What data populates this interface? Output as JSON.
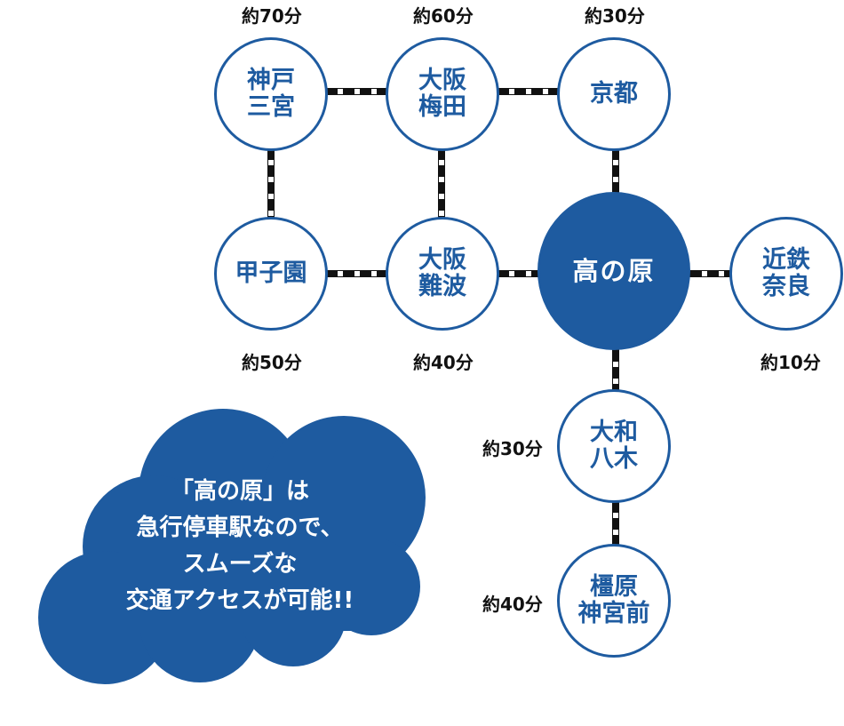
{
  "stations": {
    "kobe": {
      "label": "神戸\n三宮",
      "time": "約70分"
    },
    "umeda": {
      "label": "大阪\n梅田",
      "time": "約60分"
    },
    "kyoto": {
      "label": "京都",
      "time": "約30分"
    },
    "koshien": {
      "label": "甲子園",
      "time": "約50分"
    },
    "namba": {
      "label": "大阪\n難波",
      "time": "約40分"
    },
    "takanohara": {
      "label": "高の原"
    },
    "nara": {
      "label": "近鉄\n奈良",
      "time": "約10分"
    },
    "yagi": {
      "label": "大和\n八木",
      "time": "約30分"
    },
    "kashihara": {
      "label": "橿原\n神宮前",
      "time": "約40分"
    }
  },
  "callout": {
    "lines": [
      "「高の原」は",
      "急行停車駅なので、",
      "スムーズな",
      "交通アクセスが可能!!"
    ]
  },
  "colors": {
    "accent": "#1e5ba0",
    "rail": "#111111"
  }
}
